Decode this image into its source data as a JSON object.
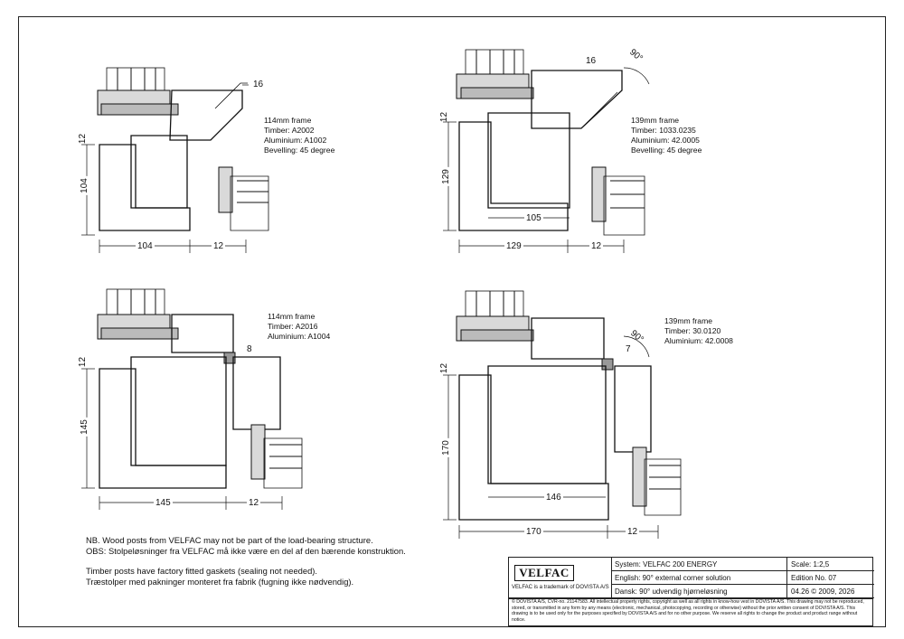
{
  "drawings": [
    {
      "frame": "114mm frame",
      "timber": "Timber: A2002",
      "aluminium": "Aluminium: A1002",
      "bevelling": "Bevelling: 45 degree",
      "dims": {
        "top": "16",
        "horizontal": "104",
        "horizontal_small": "12",
        "vertical": "104",
        "vertical_small": "12"
      }
    },
    {
      "frame": "139mm frame",
      "timber": "Timber: 1033.0235",
      "aluminium": "Aluminium: 42.0005",
      "bevelling": "Bevelling: 45 degree",
      "dims": {
        "top": "16",
        "angle": "90°",
        "inner": "105",
        "horizontal": "129",
        "horizontal_small": "12",
        "vertical": "129",
        "vertical_small": "12"
      }
    },
    {
      "frame": "114mm frame",
      "timber": "Timber: A2016",
      "aluminium": "Aluminium: A1004",
      "dims": {
        "gap": "8",
        "horizontal": "145",
        "horizontal_small": "12",
        "vertical": "145",
        "vertical_small": "12"
      }
    },
    {
      "frame": "139mm frame",
      "timber": "Timber: 30.0120",
      "aluminium": "Aluminium: 42.0008",
      "dims": {
        "gap": "7",
        "angle": "90°",
        "inner": "146",
        "horizontal": "170",
        "horizontal_small": "12",
        "vertical": "170",
        "vertical_small": "12"
      }
    }
  ],
  "notes": [
    "NB. Wood posts from VELFAC may not be part of the load-bearing structure.",
    "OBS: Stolpeløsninger fra VELFAC må ikke være en del af den bærende konstruktion.",
    "Timber posts have factory fitted gaskets (sealing not needed).",
    "Træstolper med pakninger monteret fra fabrik (fugning ikke nødvendig)."
  ],
  "title_block": {
    "logo": "VELFAC",
    "trademark": "VELFAC is a trademark of DOVISTA A/S",
    "system": "System:  VELFAC 200 ENERGY",
    "english": "English:  90° external corner solution",
    "dansk": "Dansk:    90° udvendig hjørneløsning",
    "scale": "Scale: 1:2,5",
    "edition": "Edition No. 07",
    "date": "04.26 © 2009, 2026",
    "legal": "© DOVISTA A/S, CVR-no. 21147583. All intellectual property rights, copyright as well as all rights in know-how vest in DOVISTA A/S. This drawing may not be reproduced, stored, or transmitted in any form by any means (electronic, mechanical, photocopying, recording or otherwise) without the prior written consent of DOVISTA A/S. This drawing is to be used only for the purposes specified by DOVISTA A/S and for no other purpose. We reserve all rights to change the product and product range without notice."
  }
}
